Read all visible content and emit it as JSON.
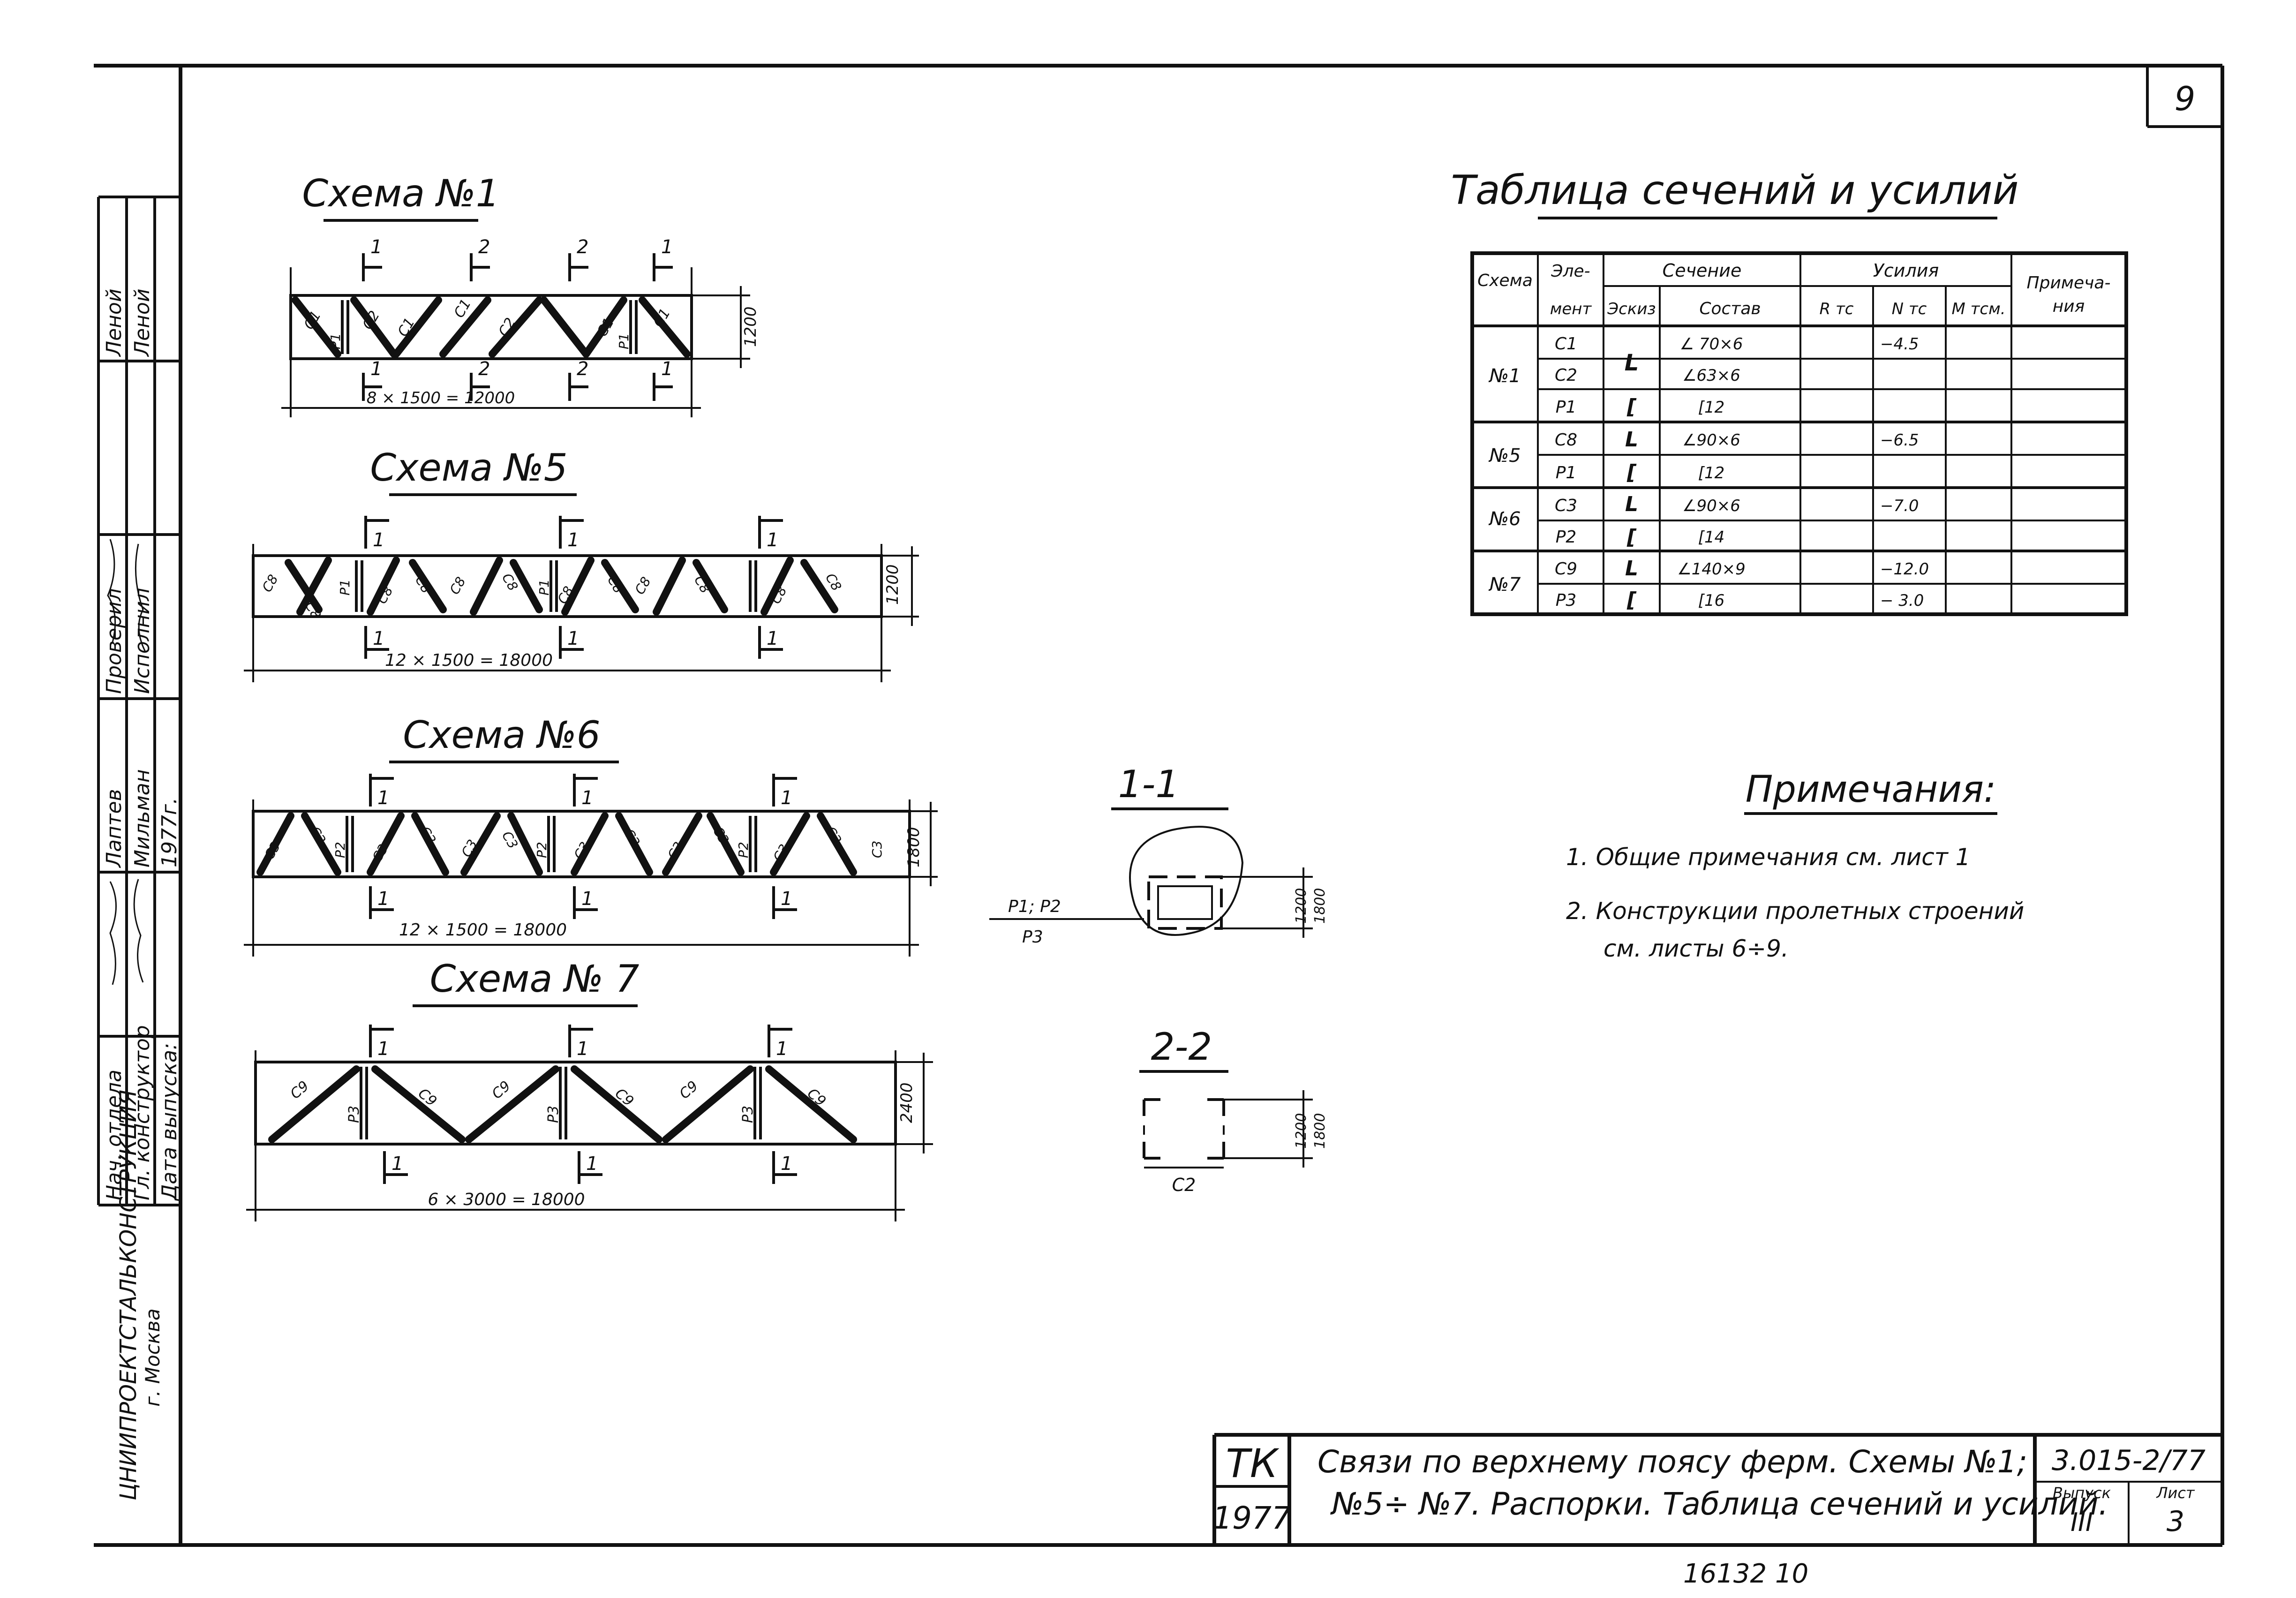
{
  "page_number": "9",
  "stamp_block": {
    "roles": [
      "Нач. отдела",
      "Гл. конструктор",
      "Дата выпуска:"
    ],
    "names": [
      "Лаптев",
      "Мильман",
      "1977г."
    ],
    "roles2": [
      "Проверил",
      "Исполнил"
    ],
    "names2": [
      "Леной",
      "Леной"
    ],
    "org": "ЦНИИПРОЕКТСТАЛЬКОНСТРУКЦИЯ",
    "city": "г. Москва"
  },
  "schemes": [
    {
      "title": "Схема №1",
      "dimension": "8 × 1500 = 12000",
      "height": "1200",
      "marks_top": [
        "1",
        "2",
        "2",
        "1"
      ],
      "marks_bottom": [
        "1",
        "2",
        "2",
        "1"
      ]
    },
    {
      "title": "Схема №5",
      "dimension": "12 × 1500 = 18000",
      "height": "1200",
      "marks_top": [
        "1",
        "1",
        "1"
      ],
      "marks_bottom": [
        "1",
        "1",
        "1"
      ]
    },
    {
      "title": "Схема №6",
      "dimension": "12 × 1500 = 18000",
      "height": "1800",
      "marks_top": [
        "1",
        "1",
        "1"
      ],
      "marks_bottom": [
        "1",
        "1",
        "1"
      ]
    },
    {
      "title": "Схема № 7",
      "dimension": "6 × 3000 = 18000",
      "height": "2400",
      "marks_top": [
        "1",
        "1",
        "1"
      ],
      "marks_bottom": [
        "1",
        "1",
        "1"
      ]
    }
  ],
  "member_labels": {
    "s1": [
      "C1",
      "P1",
      "C2",
      "C1",
      "C1",
      "C2",
      "C1",
      "P1",
      "C1"
    ],
    "s5": [
      "C8",
      "C8",
      "P1",
      "C8",
      "C8",
      "C8",
      "C8",
      "P1",
      "C8",
      "C8",
      "C8",
      "C8",
      "C8",
      "C8"
    ],
    "s6": [
      "C3",
      "C3",
      "P2",
      "C3",
      "C3",
      "C3",
      "C3",
      "P2",
      "C3",
      "C3",
      "C3",
      "C3",
      "P2",
      "C3",
      "C3",
      "C3"
    ],
    "s7": [
      "C9",
      "P3",
      "C9",
      "C9",
      "P3",
      "C9",
      "C9",
      "P3",
      "C9"
    ]
  },
  "sections": {
    "s11": {
      "title": "1-1",
      "label_top": "P1; P2",
      "label_bottom": "P3",
      "dims": [
        "1200",
        "1800"
      ]
    },
    "s22": {
      "title": "2-2",
      "label": "C2",
      "dims": [
        "1200",
        "1800"
      ]
    }
  },
  "table": {
    "title": "Таблица сечений и усилий",
    "headers": {
      "scheme": "Схема",
      "element": "Эле-",
      "element2": "мент",
      "section": "Сечение",
      "sketch": "Эскиз",
      "composition": "Состав",
      "forces": "Усилия",
      "r": "R тс",
      "n": "N тс",
      "m": "M тсм.",
      "note": "Примеча-",
      "note2": "ния"
    },
    "rows": [
      {
        "scheme": "№1",
        "element": "C1",
        "sketch": "L",
        "comp": "∠ 70×6",
        "n": "−4.5"
      },
      {
        "scheme": "",
        "element": "C2",
        "sketch": "",
        "comp": "∠63×6",
        "n": ""
      },
      {
        "scheme": "",
        "element": "P1",
        "sketch": "[",
        "comp": "[12",
        "n": ""
      },
      {
        "scheme": "№5",
        "element": "C8",
        "sketch": "L",
        "comp": "∠90×6",
        "n": "−6.5"
      },
      {
        "scheme": "",
        "element": "P1",
        "sketch": "[",
        "comp": "[12",
        "n": ""
      },
      {
        "scheme": "№6",
        "element": "C3",
        "sketch": "L",
        "comp": "∠90×6",
        "n": "−7.0"
      },
      {
        "scheme": "",
        "element": "P2",
        "sketch": "[",
        "comp": "[14",
        "n": ""
      },
      {
        "scheme": "№7",
        "element": "C9",
        "sketch": "L",
        "comp": "∠140×9",
        "n": "−12.0"
      },
      {
        "scheme": "",
        "element": "P3",
        "sketch": "[",
        "comp": "[16",
        "n": "− 3.0"
      }
    ]
  },
  "notes": {
    "title": "Примечания:",
    "items": [
      "1. Общие примечания см. лист 1",
      "2. Конструкции пролетных строений",
      "см. листы 6÷9."
    ]
  },
  "title_block": {
    "tk": "ТК",
    "year": "1977",
    "title_line1": "Связи по верхнему поясу ферм. Схемы №1;",
    "title_line2": "№5÷ №7. Распорки. Таблица сечений и усилий.",
    "code": "3.015-2/77",
    "issue_label": "Выпуск",
    "issue": "III",
    "sheet_label": "Лист",
    "sheet": "3"
  },
  "footer_number": "16132  10"
}
